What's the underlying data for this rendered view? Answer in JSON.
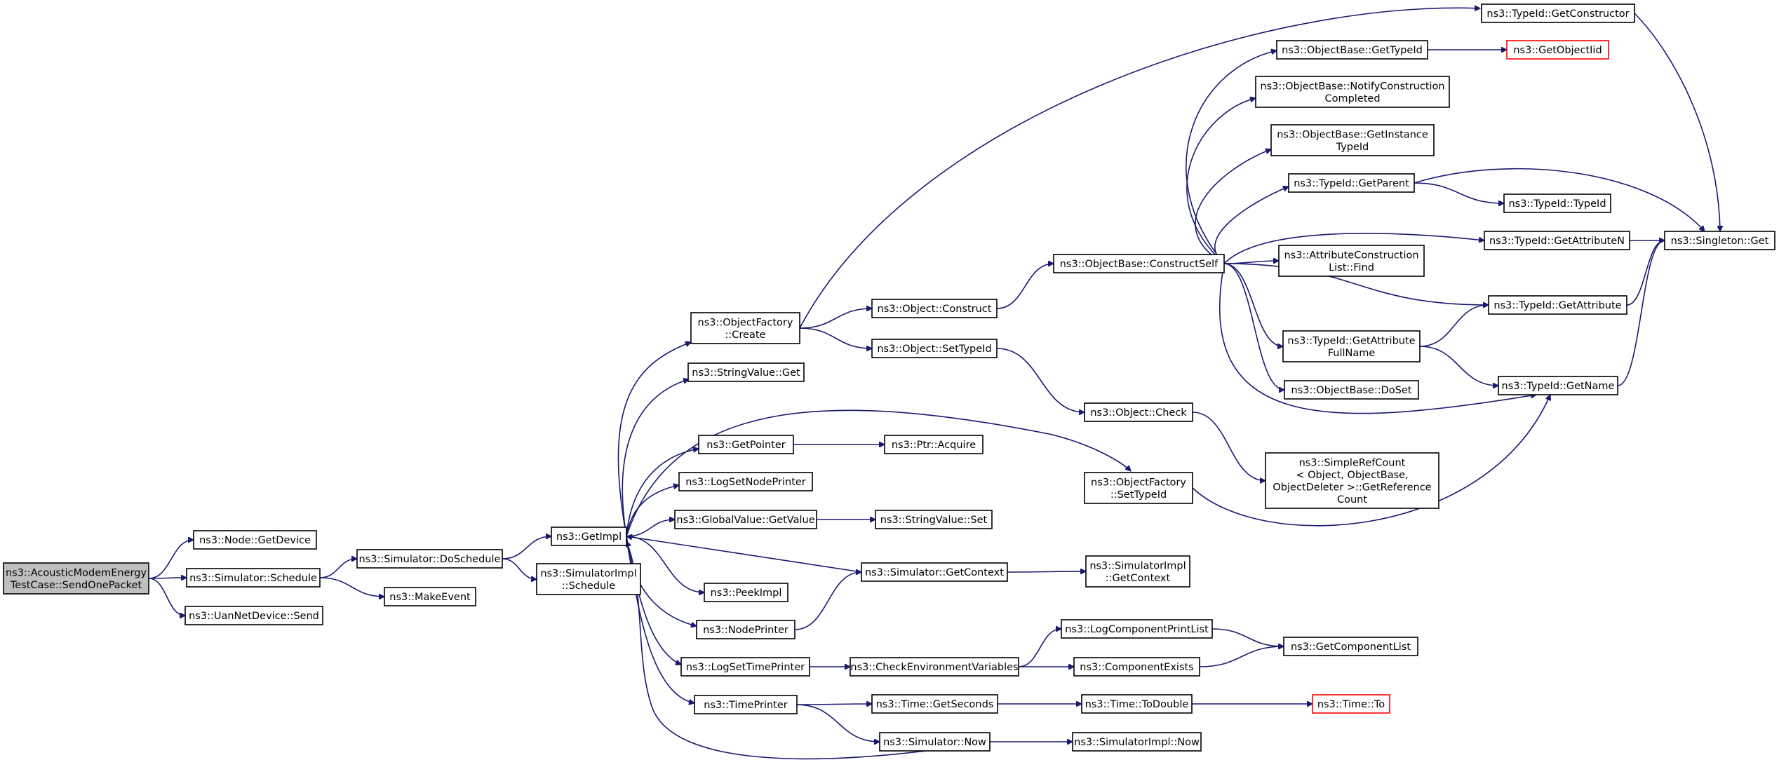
{
  "graph": {
    "edge_color": "#191970",
    "nodes": [
      {
        "id": "root",
        "lines": [
          "ns3::AcousticModemEnergy",
          "TestCase::SendOnePacket"
        ],
        "style": "root"
      },
      {
        "id": "node_getdevice",
        "lines": [
          "ns3::Node::GetDevice"
        ]
      },
      {
        "id": "sim_schedule",
        "lines": [
          "ns3::Simulator::Schedule"
        ]
      },
      {
        "id": "uan_send",
        "lines": [
          "ns3::UanNetDevice::Send"
        ]
      },
      {
        "id": "sim_doschedule",
        "lines": [
          "ns3::Simulator::DoSchedule"
        ]
      },
      {
        "id": "makeevent",
        "lines": [
          "ns3::MakeEvent"
        ]
      },
      {
        "id": "getimpl",
        "lines": [
          "ns3::GetImpl"
        ]
      },
      {
        "id": "simimpl_schedule",
        "lines": [
          "ns3::SimulatorImpl",
          "::Schedule"
        ]
      },
      {
        "id": "of_create",
        "lines": [
          "ns3::ObjectFactory",
          "::Create"
        ]
      },
      {
        "id": "sv_get",
        "lines": [
          "ns3::StringValue::Get"
        ]
      },
      {
        "id": "getpointer",
        "lines": [
          "ns3::GetPointer"
        ]
      },
      {
        "id": "logsetnodeprinter",
        "lines": [
          "ns3::LogSetNodePrinter"
        ]
      },
      {
        "id": "gv_getvalue",
        "lines": [
          "ns3::GlobalValue::GetValue"
        ]
      },
      {
        "id": "peekimpl",
        "lines": [
          "ns3::PeekImpl"
        ]
      },
      {
        "id": "nodeprinter",
        "lines": [
          "ns3::NodePrinter"
        ]
      },
      {
        "id": "logsettimeprinter",
        "lines": [
          "ns3::LogSetTimePrinter"
        ]
      },
      {
        "id": "timeprinter",
        "lines": [
          "ns3::TimePrinter"
        ]
      },
      {
        "id": "obj_construct",
        "lines": [
          "ns3::Object::Construct"
        ]
      },
      {
        "id": "obj_settypeid",
        "lines": [
          "ns3::Object::SetTypeId"
        ]
      },
      {
        "id": "ptr_acquire",
        "lines": [
          "ns3::Ptr::Acquire"
        ]
      },
      {
        "id": "sv_set",
        "lines": [
          "ns3::StringValue::Set"
        ]
      },
      {
        "id": "sim_getcontext",
        "lines": [
          "ns3::Simulator::GetContext"
        ]
      },
      {
        "id": "checkenv",
        "lines": [
          "ns3::CheckEnvironmentVariables"
        ]
      },
      {
        "id": "time_getseconds",
        "lines": [
          "ns3::Time::GetSeconds"
        ]
      },
      {
        "id": "sim_now",
        "lines": [
          "ns3::Simulator::Now"
        ]
      },
      {
        "id": "ob_constructself",
        "lines": [
          "ns3::ObjectBase::ConstructSelf"
        ]
      },
      {
        "id": "obj_check",
        "lines": [
          "ns3::Object::Check"
        ]
      },
      {
        "id": "of_settypeid",
        "lines": [
          "ns3::ObjectFactory",
          "::SetTypeId"
        ]
      },
      {
        "id": "simimpl_getcontext",
        "lines": [
          "ns3::SimulatorImpl",
          "::GetContext"
        ]
      },
      {
        "id": "logcompprintlist",
        "lines": [
          "ns3::LogComponentPrintList"
        ]
      },
      {
        "id": "compexists",
        "lines": [
          "ns3::ComponentExists"
        ]
      },
      {
        "id": "time_todouble",
        "lines": [
          "ns3::Time::ToDouble"
        ]
      },
      {
        "id": "simimpl_now",
        "lines": [
          "ns3::SimulatorImpl::Now"
        ]
      },
      {
        "id": "ob_gettypeid",
        "lines": [
          "ns3::ObjectBase::GetTypeId"
        ]
      },
      {
        "id": "ob_notify",
        "lines": [
          "ns3::ObjectBase::NotifyConstruction",
          "Completed"
        ]
      },
      {
        "id": "ob_getinstance",
        "lines": [
          "ns3::ObjectBase::GetInstance",
          "TypeId"
        ]
      },
      {
        "id": "tid_getparent",
        "lines": [
          "ns3::TypeId::GetParent"
        ]
      },
      {
        "id": "acl_find",
        "lines": [
          "ns3::AttributeConstruction",
          "List::Find"
        ]
      },
      {
        "id": "tid_getattrfullname",
        "lines": [
          "ns3::TypeId::GetAttribute",
          "FullName"
        ]
      },
      {
        "id": "ob_doset",
        "lines": [
          "ns3::ObjectBase::DoSet"
        ]
      },
      {
        "id": "simplerefcount",
        "lines": [
          "ns3::SimpleRefCount",
          "< Object, ObjectBase,",
          " ObjectDeleter >::GetReference",
          "Count"
        ]
      },
      {
        "id": "getcomplist",
        "lines": [
          "ns3::GetComponentList"
        ]
      },
      {
        "id": "time_to",
        "lines": [
          "ns3::Time::To"
        ],
        "style": "red"
      },
      {
        "id": "tid_getconstructor",
        "lines": [
          "ns3::TypeId::GetConstructor"
        ]
      },
      {
        "id": "getobjectiid",
        "lines": [
          "ns3::GetObjectIid"
        ],
        "style": "red"
      },
      {
        "id": "tid_typeid",
        "lines": [
          "ns3::TypeId::TypeId"
        ]
      },
      {
        "id": "tid_getattributen",
        "lines": [
          "ns3::TypeId::GetAttributeN"
        ]
      },
      {
        "id": "tid_getattribute",
        "lines": [
          "ns3::TypeId::GetAttribute"
        ]
      },
      {
        "id": "tid_getname",
        "lines": [
          "ns3::TypeId::GetName"
        ]
      },
      {
        "id": "singleton_get",
        "lines": [
          "ns3::Singleton::Get"
        ]
      }
    ],
    "edges": [
      [
        "root",
        "node_getdevice"
      ],
      [
        "root",
        "sim_schedule"
      ],
      [
        "root",
        "uan_send"
      ],
      [
        "sim_schedule",
        "sim_doschedule"
      ],
      [
        "sim_schedule",
        "makeevent"
      ],
      [
        "sim_doschedule",
        "getimpl"
      ],
      [
        "sim_doschedule",
        "simimpl_schedule"
      ],
      [
        "getimpl",
        "of_create"
      ],
      [
        "getimpl",
        "sv_get"
      ],
      [
        "getimpl",
        "of_settypeid"
      ],
      [
        "getimpl",
        "getpointer"
      ],
      [
        "getimpl",
        "logsetnodeprinter"
      ],
      [
        "getimpl",
        "gv_getvalue"
      ],
      [
        "getimpl",
        "peekimpl"
      ],
      [
        "getimpl",
        "nodeprinter"
      ],
      [
        "getimpl",
        "logsettimeprinter"
      ],
      [
        "getimpl",
        "timeprinter"
      ],
      [
        "of_create",
        "tid_getconstructor"
      ],
      [
        "of_create",
        "obj_construct"
      ],
      [
        "of_create",
        "obj_settypeid"
      ],
      [
        "obj_construct",
        "ob_constructself"
      ],
      [
        "obj_settypeid",
        "obj_check"
      ],
      [
        "getpointer",
        "ptr_acquire"
      ],
      [
        "gv_getvalue",
        "sv_set"
      ],
      [
        "nodeprinter",
        "sim_getcontext"
      ],
      [
        "sim_getcontext",
        "getimpl"
      ],
      [
        "sim_getcontext",
        "simimpl_getcontext"
      ],
      [
        "logsettimeprinter",
        "checkenv"
      ],
      [
        "checkenv",
        "logcompprintlist"
      ],
      [
        "checkenv",
        "compexists"
      ],
      [
        "timeprinter",
        "time_getseconds"
      ],
      [
        "timeprinter",
        "sim_now"
      ],
      [
        "time_getseconds",
        "time_todouble"
      ],
      [
        "time_todouble",
        "time_to"
      ],
      [
        "sim_now",
        "getimpl"
      ],
      [
        "sim_now",
        "simimpl_now"
      ],
      [
        "ob_constructself",
        "ob_gettypeid"
      ],
      [
        "ob_constructself",
        "ob_notify"
      ],
      [
        "ob_constructself",
        "ob_getinstance"
      ],
      [
        "ob_constructself",
        "tid_getparent"
      ],
      [
        "ob_constructself",
        "tid_getattributen"
      ],
      [
        "ob_constructself",
        "acl_find"
      ],
      [
        "ob_constructself",
        "tid_getattribute"
      ],
      [
        "ob_constructself",
        "tid_getattrfullname"
      ],
      [
        "ob_constructself",
        "ob_doset"
      ],
      [
        "ob_constructself",
        "tid_getname"
      ],
      [
        "ob_gettypeid",
        "getobjectiid"
      ],
      [
        "obj_check",
        "simplerefcount"
      ],
      [
        "of_settypeid",
        "tid_getname"
      ],
      [
        "logcompprintlist",
        "getcomplist"
      ],
      [
        "compexists",
        "getcomplist"
      ],
      [
        "tid_getconstructor",
        "singleton_get"
      ],
      [
        "tid_getparent",
        "tid_typeid"
      ],
      [
        "tid_getparent",
        "singleton_get"
      ],
      [
        "tid_getattributen",
        "singleton_get"
      ],
      [
        "tid_getattribute",
        "singleton_get"
      ],
      [
        "tid_getattrfullname",
        "tid_getattribute"
      ],
      [
        "tid_getattrfullname",
        "tid_getname"
      ],
      [
        "tid_getname",
        "singleton_get"
      ]
    ]
  }
}
